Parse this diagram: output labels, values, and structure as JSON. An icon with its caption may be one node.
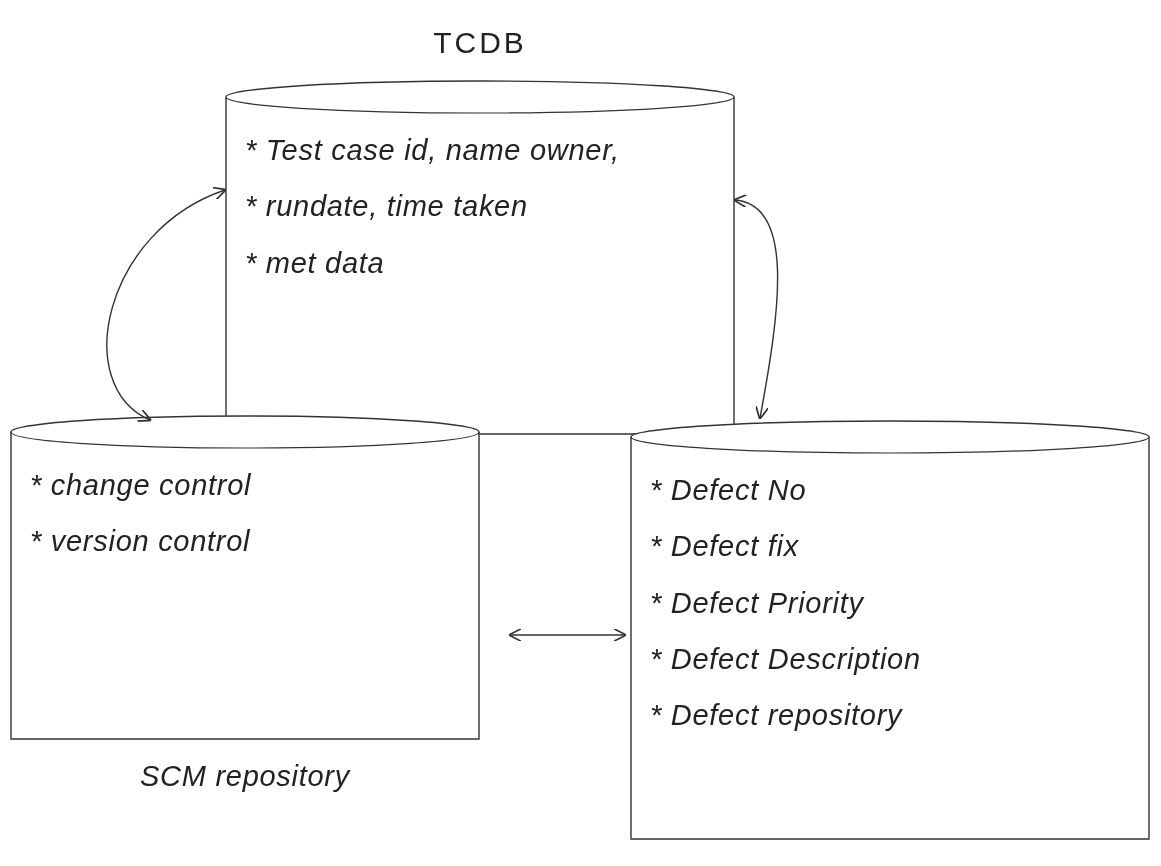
{
  "diagram": {
    "nodes": [
      {
        "text": [
          "TCDB",
          "* Test case id, name owner,",
          "* rundate, time taken",
          "* met data"
        ]
      },
      {
        "text": [
          "* change control",
          "* version control"
        ],
        "beside": [
          "SCM repository"
        ]
      },
      {
        "text": [
          "* Defect No",
          "* Defect fix",
          "* Defect Priority",
          "* Defect Description",
          "* Defect repository"
        ]
      }
    ],
    "edges": [
      {
        "from": 0,
        "to": 1,
        "arrow": "both"
      },
      {
        "from": 0,
        "to": 2,
        "arrow": "both"
      },
      {
        "from": 1,
        "to": 2,
        "arrow": "both"
      }
    ]
  }
}
